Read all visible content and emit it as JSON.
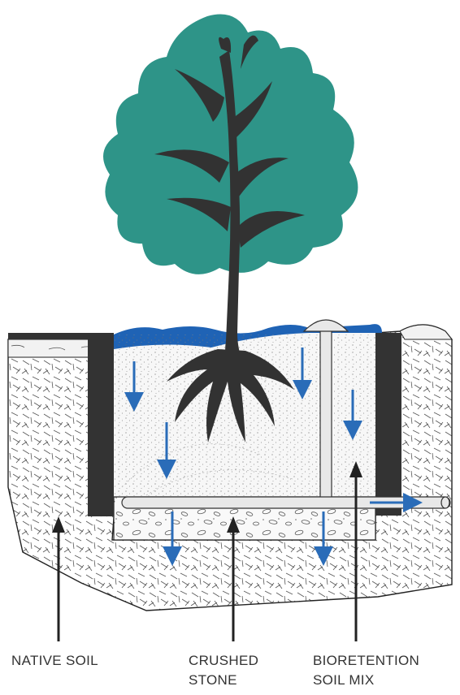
{
  "labels": {
    "native_soil": "NATIVE SOIL",
    "crushed_stone_line1": "CRUSHED",
    "crushed_stone_line2": "STONE",
    "bioretention_line1": "BIORETENTION",
    "bioretention_line2": "SOIL MIX"
  },
  "colors": {
    "foliage": "#2e9488",
    "trunk": "#323232",
    "water": "#1f63b5",
    "arrow": "#2a6cb8",
    "wall": "#333333",
    "pipe_fill": "#e8e8e8",
    "line": "#222222"
  }
}
